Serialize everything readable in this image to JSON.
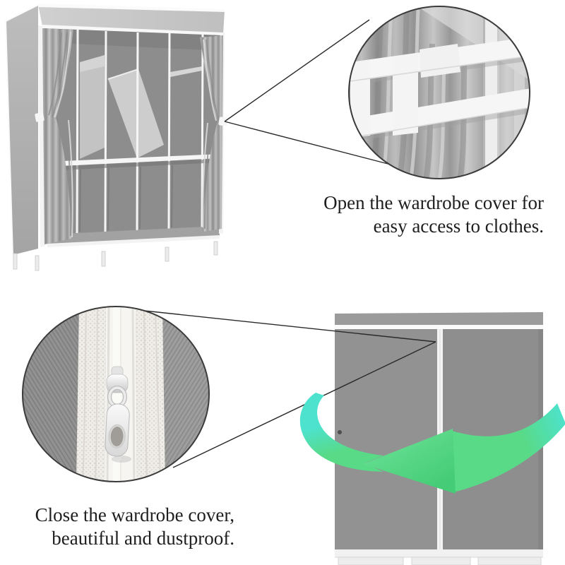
{
  "captions": {
    "open": {
      "line1": "Open the wardrobe cover for",
      "line2": "easy access to clothes."
    },
    "close": {
      "line1": "Close the wardrobe cover,",
      "line2": "beautiful and dustproof."
    }
  },
  "icons": {
    "rotate_arrow": "curved-arrow-wrap-around",
    "strap_detail": "magnifier-callout-strap",
    "zipper_detail": "magnifier-callout-zipper"
  },
  "colors": {
    "background": "#ffffff",
    "text": "#1e1e1e",
    "callout_line": "#2a2a2a",
    "circle_outline": "#3b3b3b",
    "arrow_green": "#58da87",
    "arrow_green_dark": "#45cc76",
    "arrow_cyan": "#4de2cd",
    "panel_gray": "#929292",
    "panel_gray_dark": "#8e8e8e",
    "top_band_gray": "#9b9b9b",
    "interior_gray": "#8d8d8d",
    "side_gray": "#b3b3b3",
    "cover_band_gray": "#c8c8c8",
    "frame_white": "#f4f4f4",
    "fabric_gray": "#9c9c9c",
    "tape_white": "#efede8",
    "zipper_white": "#f6f5f2"
  }
}
